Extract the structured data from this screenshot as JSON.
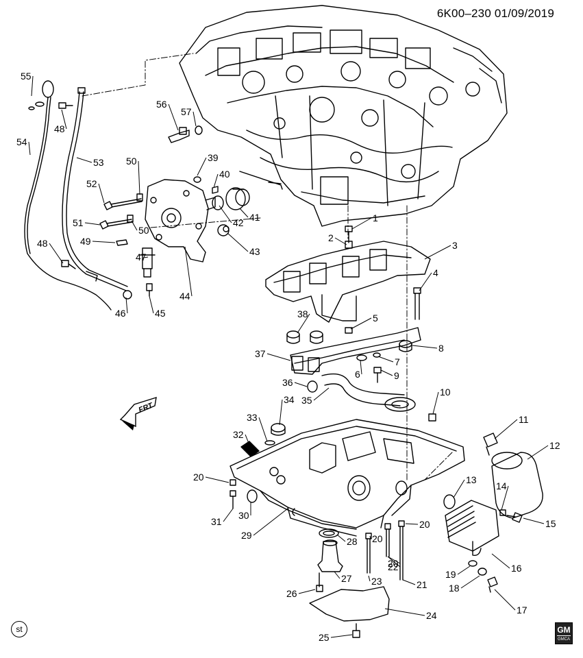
{
  "header": {
    "code": "6K00–230 01/09/2019"
  },
  "footer": {
    "st_mark": "st",
    "gm_logo": {
      "brand": "GM",
      "sub": "GMCA"
    }
  },
  "front_indicator": {
    "text": "FRT"
  },
  "callouts": [
    "1",
    "2",
    "3",
    "4",
    "5",
    "6",
    "7",
    "8",
    "9",
    "10",
    "11",
    "12",
    "13",
    "14",
    "15",
    "16",
    "17",
    "18",
    "19",
    "20",
    "20",
    "20",
    "20",
    "21",
    "22",
    "23",
    "24",
    "25",
    "26",
    "27",
    "28",
    "29",
    "30",
    "31",
    "32",
    "33",
    "34",
    "35",
    "36",
    "37",
    "38",
    "39",
    "40",
    "41",
    "42",
    "43",
    "44",
    "45",
    "46",
    "47",
    "48",
    "48",
    "49",
    "50",
    "50",
    "51",
    "52",
    "53",
    "54",
    "55",
    "56",
    "57"
  ]
}
